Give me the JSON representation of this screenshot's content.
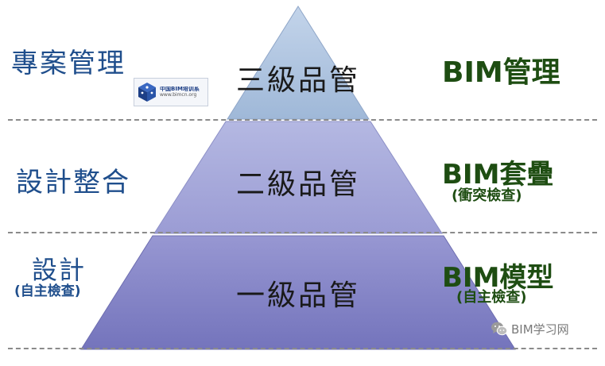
{
  "left_column": {
    "top": "專案管理",
    "middle": "設計整合",
    "bottom": "設計",
    "bottom_sub": "(自主檢查)"
  },
  "pyramid": {
    "tier3": "三級品管",
    "tier2": "二級品管",
    "tier1": "一級品管"
  },
  "right_column": {
    "top": "BIM管理",
    "middle": "BIM套疊",
    "middle_sub": "(衝突檢查)",
    "bottom": "BIM模型",
    "bottom_sub": "(自主檢查)"
  },
  "logo": {
    "name": "中国BIM培训系",
    "url": "www.bimcn.org"
  },
  "watermark": {
    "text": "BIM学习网",
    "icon": "wechat-icon"
  },
  "colors": {
    "tier3": "#a9c0dd",
    "tier2": "#a7a6da",
    "tier1": "#8585c6",
    "left_text": "#1f4e8c",
    "right_text": "#1e4d12"
  }
}
